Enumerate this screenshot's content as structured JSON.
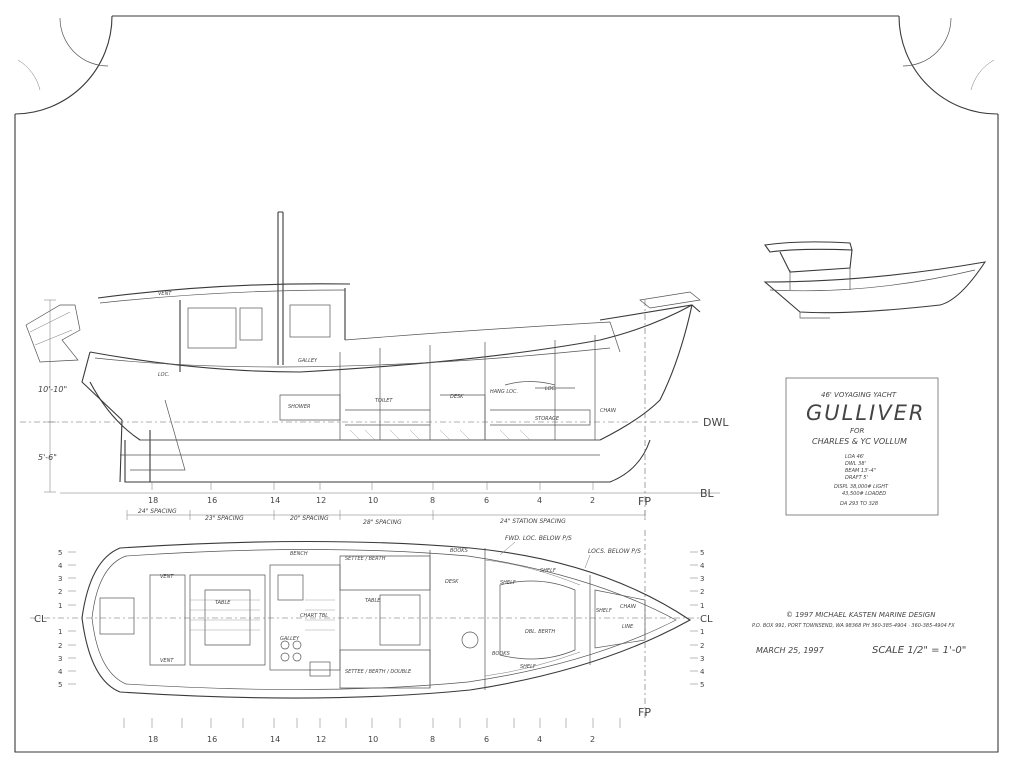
{
  "title_block": {
    "subtitle": "46' VOYAGING YACHT",
    "name": "GULLIVER",
    "for_label": "FOR",
    "owner": "CHARLES & YC VOLLUM",
    "specs": [
      "LOA 46'",
      "DWL 38'",
      "BEAM 13'-4\"",
      "DRAFT 5'"
    ],
    "displacement": [
      "DISPL 38,000# LIGHT",
      "43,500# LOADED"
    ],
    "drawing_no": "DA 293 TO 328"
  },
  "copyright": "© 1997 MICHAEL KASTEN MARINE DESIGN",
  "address": "P.O. BOX 991, PORT TOWNSEND, WA 98368   PH 360-385-4904  ·  360-385-4904 FX",
  "date": "MARCH 25, 1997",
  "scale": "SCALE  1/2\" = 1'-0\"",
  "profile": {
    "dwl_label": "DWL",
    "bl_label": "BL",
    "fp_label": "FP",
    "height_label": "10'-10\"",
    "draft_label": "5'-6\"",
    "station_numbers": [
      "18",
      "16",
      "14",
      "12",
      "10",
      "8",
      "6",
      "4",
      "2"
    ],
    "spacing_labels": [
      "24\" SPACING",
      "23\" SPACING",
      "20\" SPACING",
      "28\" SPACING",
      "24\" STATION SPACING"
    ],
    "room_labels": [
      "VENT",
      "LOC.",
      "GALLEY",
      "SHOWER",
      "TOILET",
      "DESK",
      "HANG LOC.",
      "LOC.",
      "STORAGE",
      "CHAIN"
    ]
  },
  "plan": {
    "cl_label": "CL",
    "fp_label": "FP",
    "offset_numbers": [
      "5",
      "4",
      "3",
      "2",
      "1",
      "1",
      "2",
      "3",
      "4",
      "5"
    ],
    "station_numbers": [
      "18",
      "16",
      "14",
      "12",
      "10",
      "8",
      "6",
      "4",
      "2"
    ],
    "notes": [
      "FWD. LOC. BELOW P/S",
      "LOCS. BELOW P/S"
    ],
    "room_labels": [
      "BENCH",
      "SETTEE / BERTH",
      "TABLE",
      "BOOKS",
      "DESK",
      "CHART TBL",
      "SETTEE / BERTH / DOUBLE",
      "GALLEY",
      "TABLE",
      "VENT",
      "VENT",
      "SHELF",
      "BOOKS",
      "SHELF",
      "DBL. BERTH",
      "CHAIN",
      "LINE",
      "SHELF",
      "SHELF"
    ]
  }
}
